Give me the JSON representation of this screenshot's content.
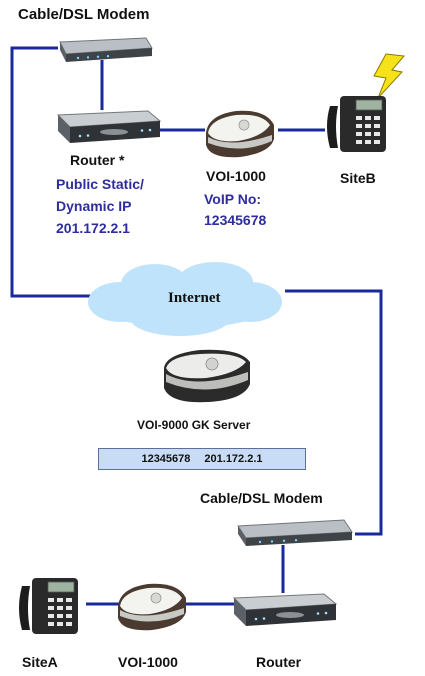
{
  "diagram": {
    "top_modem": {
      "label": "Cable/DSL Modem"
    },
    "top_router": {
      "label": "Router *",
      "ip_lines": [
        "Public Static/",
        "Dynamic IP",
        "201.172.2.1"
      ]
    },
    "top_voip": {
      "label": "VOI-1000",
      "number_lines": [
        "VoIP No:",
        "12345678"
      ]
    },
    "site_b": {
      "label": "SiteB"
    },
    "cloud": {
      "label": "Internet"
    },
    "server": {
      "label": "VOI-9000 GK Server"
    },
    "registration": {
      "number": "12345678",
      "ip": "201.172.2.1"
    },
    "bottom_modem": {
      "label": "Cable/DSL Modem"
    },
    "site_a": {
      "label": "SiteA"
    },
    "bottom_voip": {
      "label": "VOI-1000"
    },
    "bottom_router": {
      "label": "Router"
    }
  },
  "colors": {
    "link": "#1a2a9c",
    "blue_text": "#2d2d9e",
    "cloud": "#bfe3fb",
    "bolt": "#f5e21a"
  },
  "icons": {
    "modem": "modem-icon",
    "router": "router-icon",
    "voip": "voip-gateway-icon",
    "phone": "desk-phone-icon",
    "ring": "lightning-bolt-icon",
    "server": "gk-server-icon"
  }
}
